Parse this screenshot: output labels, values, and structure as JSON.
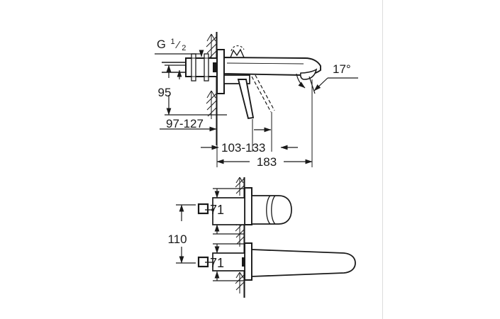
{
  "document": {
    "type": "technical-drawing",
    "subject": "Wall-mounted two-hole basin mixer tap",
    "background_color": "#ffffff",
    "line_color": "#1a1a1a",
    "divider_color": "#d8d8d8",
    "views": [
      "side-elevation",
      "front-elevation"
    ]
  },
  "dimensions": {
    "thread_label": "G",
    "thread_fraction_numerator": "1",
    "thread_fraction_denominator": "2",
    "height_95": "95",
    "projection_range_outer": "97-127",
    "projection_range_inner": "103-133",
    "total_length": "183",
    "outlet_angle": "17°",
    "square_symbol": "□",
    "square_size_upper": "71",
    "square_size_lower": "71",
    "vertical_spacing": "110"
  },
  "labels": {
    "g_thread": "G 1/2",
    "angle": "17°",
    "dim_95": "95",
    "dim_97_127": "97-127",
    "dim_103_133": "103-133",
    "dim_183": "183",
    "dim_110": "110",
    "dim_square_71_upper": "□71",
    "dim_square_71_lower": "□71"
  }
}
